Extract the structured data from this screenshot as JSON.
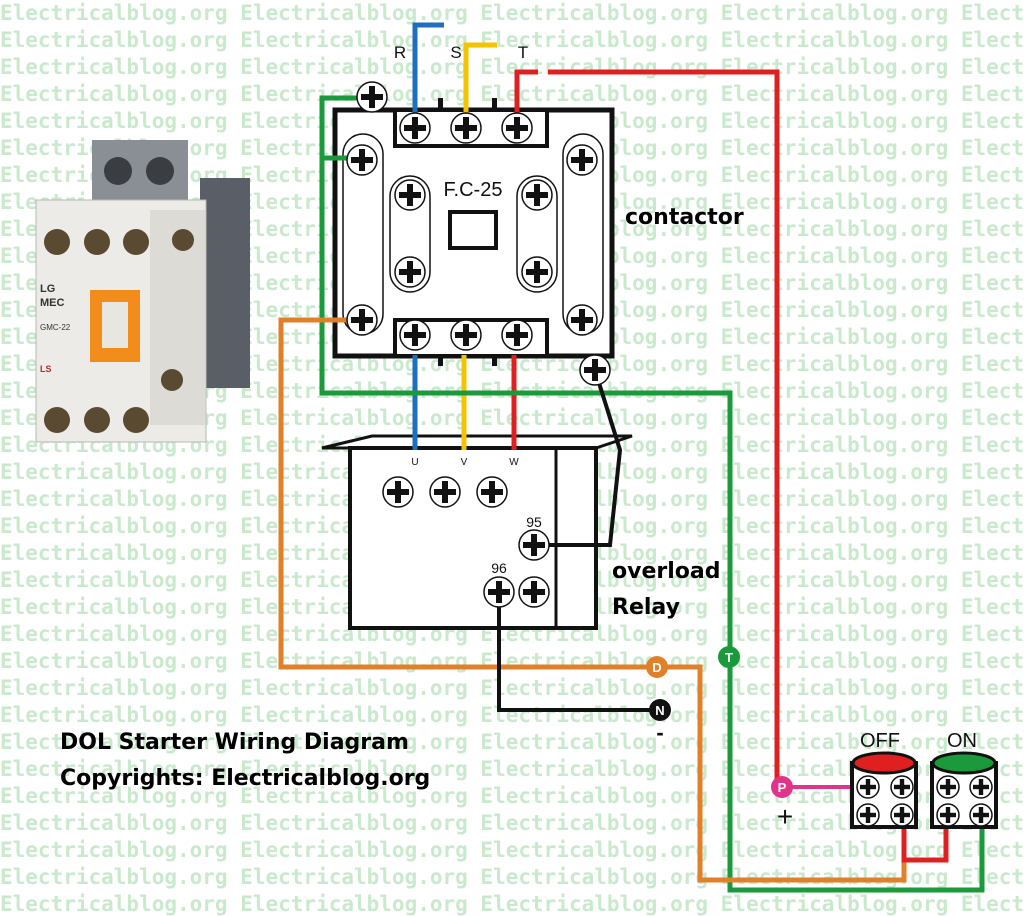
{
  "watermark": {
    "text": "Electricalblog.org"
  },
  "contactor": {
    "label": "contactor",
    "model": "F.C-25",
    "phases": {
      "r": "R",
      "s": "S",
      "t": "T"
    },
    "photo_markings": {
      "brand_line1": "LG",
      "brand_line2": "MEC",
      "model": "GMC-22",
      "logo": "LS"
    }
  },
  "overload_relay": {
    "label_line1": "overload",
    "label_line2": "Relay",
    "terminals": {
      "u": "U",
      "v": "V",
      "w": "W",
      "t95": "95",
      "t96": "96"
    }
  },
  "push_buttons": {
    "off_label": "OFF",
    "on_label": "ON"
  },
  "nodes": {
    "p": "P",
    "d": "D",
    "t": "T",
    "n": "N"
  },
  "symbols": {
    "plus": "+",
    "minus": "-"
  },
  "caption": {
    "title": "DOL Starter Wiring Diagram",
    "copyright": "Copyrights: Electricalblog.org"
  },
  "colors": {
    "blue": "#1e6fc0",
    "yellow": "#f5c400",
    "red": "#e02020",
    "green": "#1a9a3a",
    "orange": "#e0802a",
    "pink": "#e0338a",
    "black": "#111111",
    "watermark": "#9ed8a6"
  }
}
